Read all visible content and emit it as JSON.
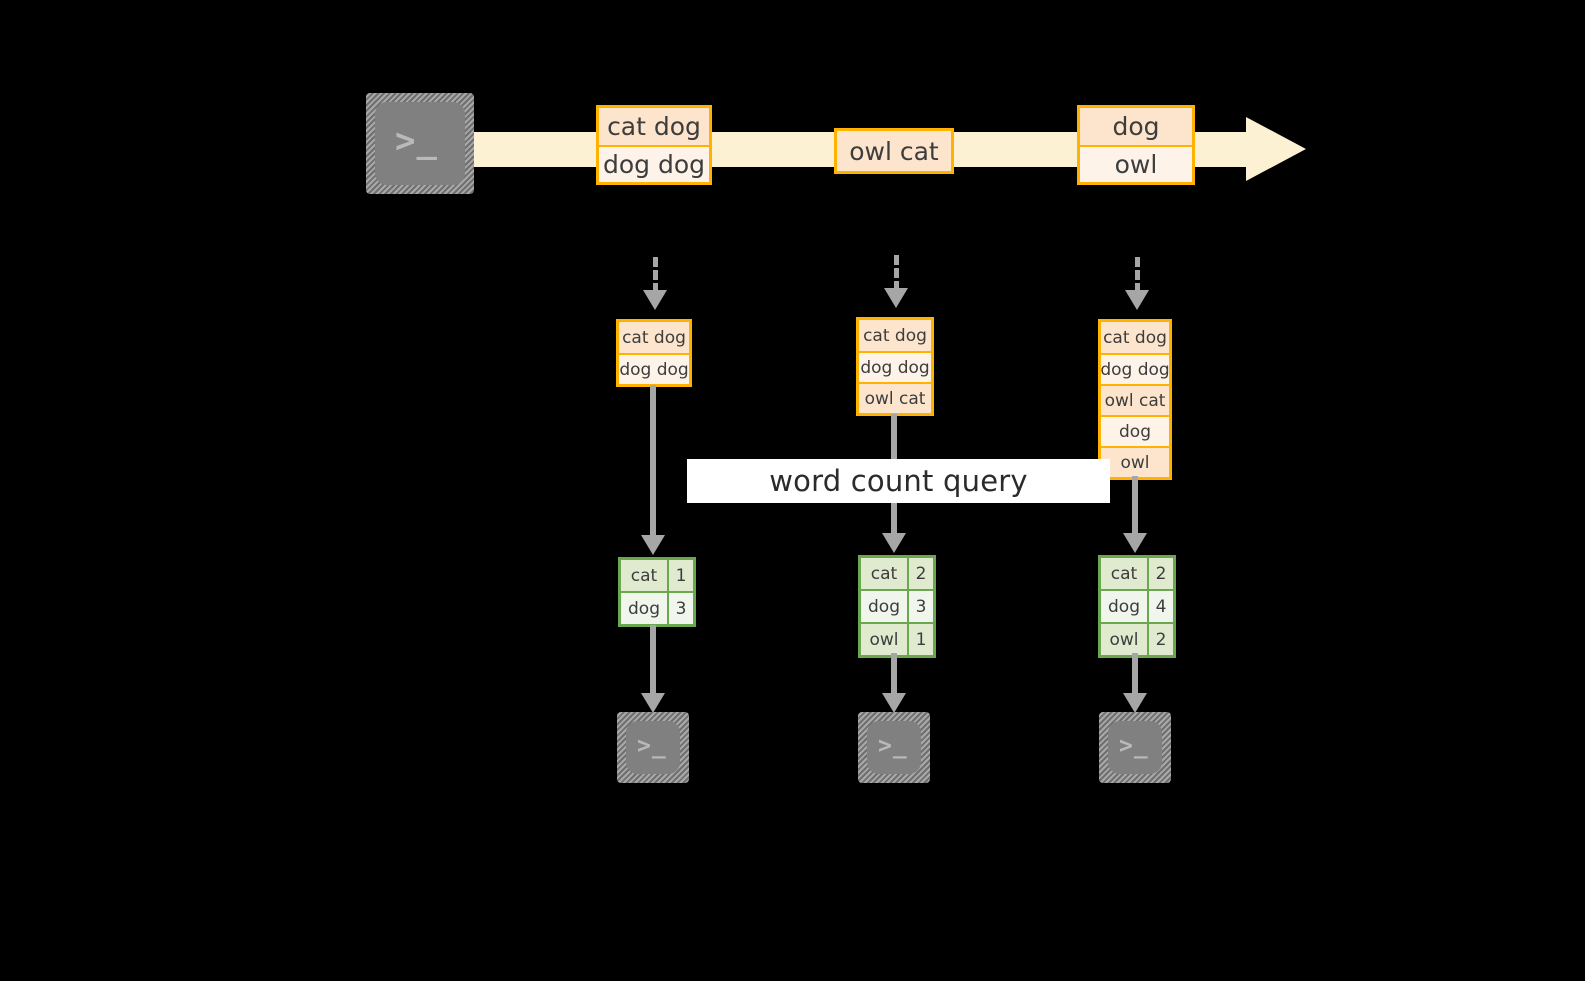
{
  "diagram": {
    "title_banner": "word count query",
    "colors": {
      "stream_band": "#fdf1d3",
      "event_border": "#ffb300",
      "event_fill_a": "#fce5cc",
      "event_fill_b": "#fdf3e9",
      "result_border": "#6aa84f",
      "result_fill_a": "#dfeacf",
      "result_fill_b": "#f1f6ec",
      "arrow": "#a6a6a6",
      "terminal": "#808080",
      "background": "#000000"
    },
    "source": {
      "icon": "terminal-icon",
      "glyph": ">_"
    },
    "stream": {
      "icon": "right-arrow-band",
      "events": [
        {
          "rows": [
            "cat dog",
            "dog dog"
          ]
        },
        {
          "rows": [
            "owl cat"
          ]
        },
        {
          "rows": [
            "dog",
            "owl"
          ]
        }
      ]
    },
    "columns": [
      {
        "id": "snapshot-1",
        "event_log": [
          "cat dog",
          "dog dog"
        ],
        "results": {
          "rows": [
            {
              "word": "cat",
              "count": "1"
            },
            {
              "word": "dog",
              "count": "3"
            }
          ]
        },
        "sink": {
          "icon": "terminal-icon",
          "glyph": ">_"
        }
      },
      {
        "id": "snapshot-2",
        "event_log": [
          "cat dog",
          "dog dog",
          "owl cat"
        ],
        "results": {
          "rows": [
            {
              "word": "cat",
              "count": "2"
            },
            {
              "word": "dog",
              "count": "3"
            },
            {
              "word": "owl",
              "count": "1"
            }
          ]
        },
        "sink": {
          "icon": "terminal-icon",
          "glyph": ">_"
        }
      },
      {
        "id": "snapshot-3",
        "event_log": [
          "cat dog",
          "dog dog",
          "owl cat",
          "dog",
          "owl"
        ],
        "results": {
          "rows": [
            {
              "word": "cat",
              "count": "2"
            },
            {
              "word": "dog",
              "count": "4"
            },
            {
              "word": "owl",
              "count": "2"
            }
          ]
        },
        "sink": {
          "icon": "terminal-icon",
          "glyph": ">_"
        }
      }
    ]
  }
}
